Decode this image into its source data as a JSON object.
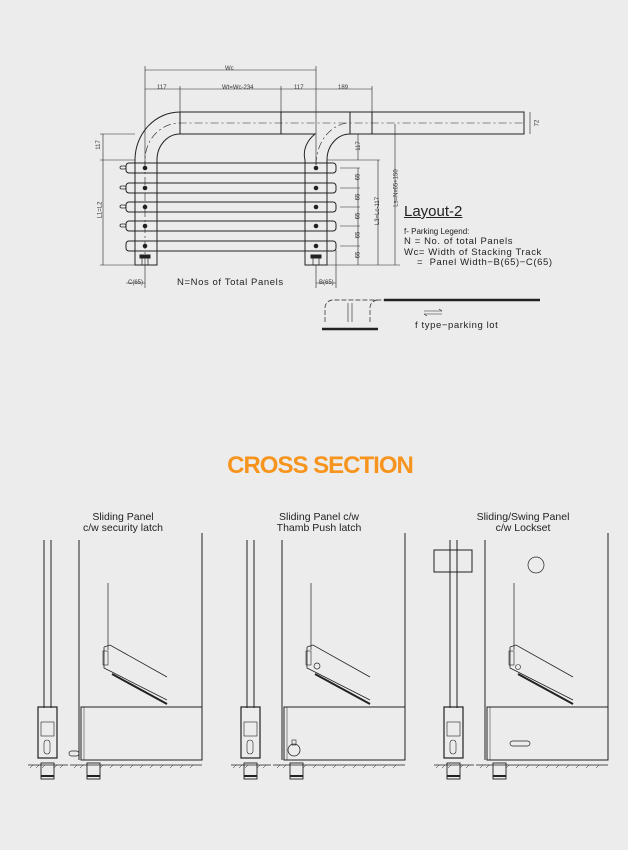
{
  "layout": {
    "title": "Layout-2",
    "dimensions": {
      "wc": "Wc",
      "left_offset": "117",
      "wt": "Wt=Wc-234",
      "right_offset": "117",
      "extension": "189",
      "track_depth": "72",
      "left_height": "117",
      "l1": "L1=L2",
      "right_height": "117",
      "pitch": [
        "65",
        "65",
        "65",
        "65",
        "65"
      ],
      "l3": "L3=Lc-117",
      "ls": "Ls=Nx65+150",
      "c65": "C(65)",
      "b65": "B(65)"
    },
    "panels_note": "N=Nos of Total Panels",
    "legend": {
      "heading": "f- Parking Legend:",
      "lines": [
        "N  =  No. of total Panels",
        "Wc=  Width of Stacking Track",
        "    =  Panel Width−B(65)−C(65)"
      ]
    },
    "parking_caption": "f type−parking lot"
  },
  "cross_section": {
    "title": "CROSS SECTION",
    "title_color": "#f7941d",
    "sections": [
      {
        "line1": "Sliding Panel",
        "line2": "c/w security latch"
      },
      {
        "line1": "Sliding Panel c/w",
        "line2": "Thamb Push latch"
      },
      {
        "line1": "Sliding/Swing Panel",
        "line2": "c/w Lockset"
      }
    ]
  }
}
